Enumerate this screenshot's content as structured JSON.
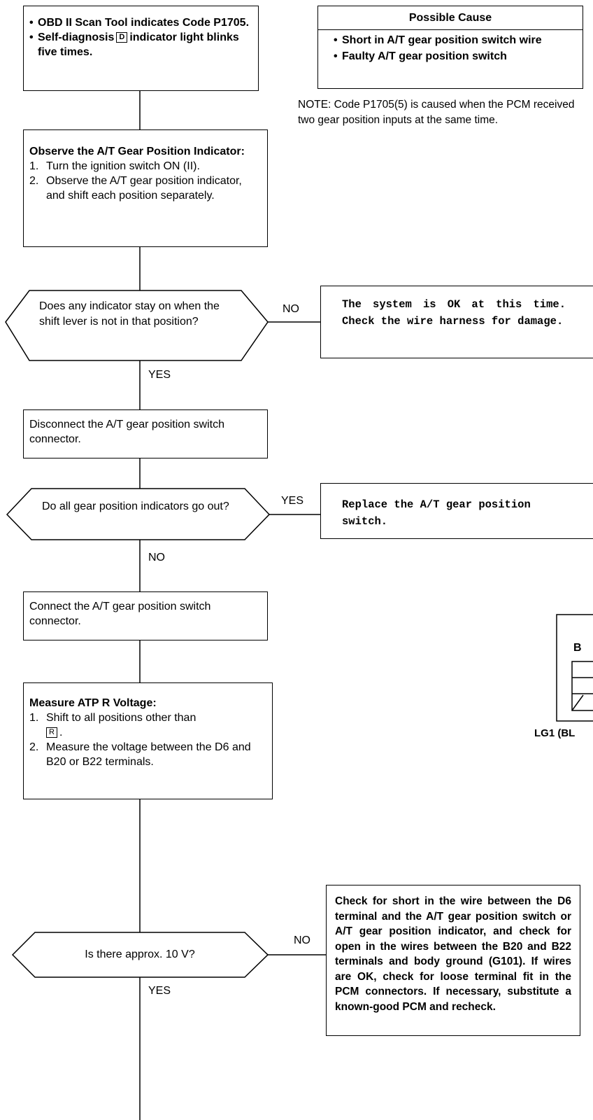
{
  "start_box": {
    "bullets": [
      "OBD II Scan Tool indicates Code P1705.",
      "indicator light blinks five times."
    ],
    "bullet2_prefix": "Self-diagnosis",
    "bullet2_badge": "D"
  },
  "possible_cause": {
    "title": "Possible Cause",
    "items": [
      "Short in A/T gear position switch wire",
      "Faulty A/T gear position switch"
    ]
  },
  "note": "NOTE: Code P1705(5) is caused when the PCM received two gear position inputs at the same time.",
  "observe_box": {
    "title": "Observe the A/T Gear Position Indicator:",
    "steps": [
      "Turn the ignition switch ON (II).",
      "Observe the A/T gear position indicator, and shift each position separately."
    ]
  },
  "decision1": {
    "text": "Does any indicator stay on when the shift lever is not in that position?",
    "no": "NO",
    "yes": "YES"
  },
  "result1": "The system is OK at this time. Check the wire harness for damage.",
  "disconnect_box": "Disconnect the A/T gear position switch connector.",
  "decision2": {
    "text": "Do all gear position indicators go out?",
    "yes": "YES",
    "no": "NO"
  },
  "result2": "Replace the A/T gear position switch.",
  "connect_box": "Connect the A/T gear position switch connector.",
  "measure_box": {
    "title": "Measure ATP R Voltage:",
    "step1_text": "Shift to all positions other than",
    "step1_badge": "R",
    "step2_text": "Measure the voltage between the D6 and B20 or B22 terminals."
  },
  "decision3": {
    "text": "Is there approx. 10 V?",
    "no": "NO",
    "yes": "YES"
  },
  "result3": "Check for short in the wire between the D6 terminal and the A/T gear position switch or A/T gear position indicator, and check for open in the wires between the B20 and B22 terminals and body ground (G101). If wires are OK, check for loose terminal fit in the PCM connectors. If necessary, substitute a known-good PCM and recheck.",
  "side_fragment": {
    "letter": "B",
    "caption": "LG1 (BL"
  }
}
